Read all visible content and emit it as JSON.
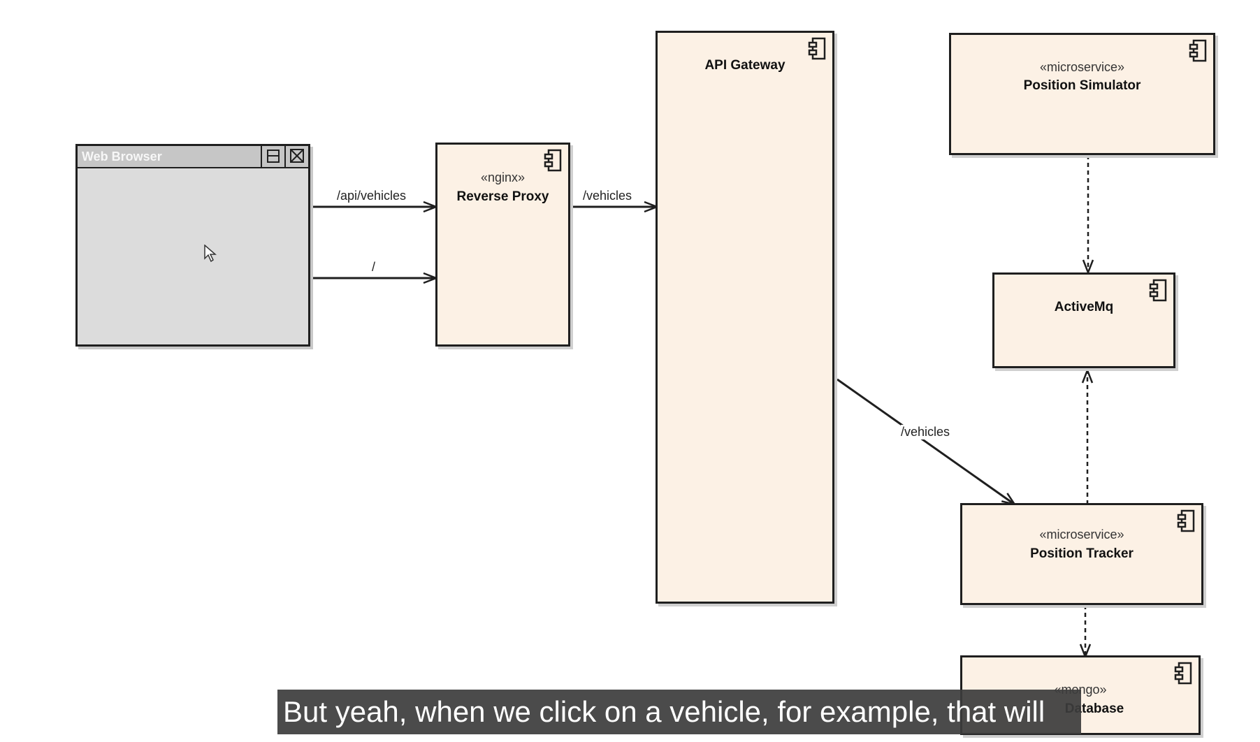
{
  "browser": {
    "title": "Web Browser"
  },
  "components": {
    "reverse_proxy": {
      "stereotype": "«nginx»",
      "name": "Reverse Proxy"
    },
    "api_gateway": {
      "stereotype": "",
      "name": "API Gateway"
    },
    "position_simulator": {
      "stereotype": "«microservice»",
      "name": "Position Simulator"
    },
    "activemq": {
      "stereotype": "",
      "name": "ActiveMq"
    },
    "position_tracker": {
      "stereotype": "«microservice»",
      "name": "Position Tracker"
    },
    "database": {
      "stereotype": "«mongo»",
      "name": "Database"
    }
  },
  "edges": {
    "browser_to_proxy_api": "/api/vehicles",
    "browser_to_proxy_root": "/",
    "proxy_to_gateway": "/vehicles",
    "gateway_to_tracker": "/vehicles"
  },
  "caption": "But yeah, when we click on a vehicle, for example, that will",
  "colors": {
    "component_fill": "#fcf1e5",
    "browser_fill": "#dcdcdc",
    "caption_bg": "#3c3c3c"
  }
}
